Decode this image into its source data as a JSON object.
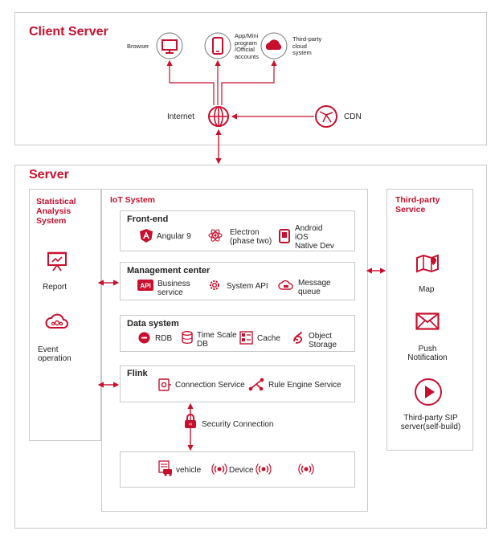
{
  "client": {
    "title": "Client Server",
    "browser": "Browser",
    "app": [
      "App/Mini",
      "program",
      "/Official",
      "accounts"
    ],
    "cloud": [
      "Third-party",
      "cloud",
      "system"
    ],
    "internet": "Internet",
    "cdn": "CDN"
  },
  "server": {
    "title": "Server",
    "stat": {
      "title": [
        "Statistical",
        "Analysis",
        "System"
      ],
      "report": "Report",
      "event": [
        "Event",
        "operation"
      ]
    },
    "iot": {
      "title": "IoT System",
      "frontend": {
        "title": "Front-end",
        "angular": "Angular 9",
        "electron": [
          "Electron",
          "(phase two)"
        ],
        "native": [
          "Android",
          "iOS",
          "Native Dev"
        ]
      },
      "mgmt": {
        "title": "Management center",
        "business": [
          "Business",
          "service"
        ],
        "sysapi": "System API",
        "mq": [
          "Message",
          "queue"
        ]
      },
      "data": {
        "title": "Data system",
        "rdb": "RDB",
        "tsdb": [
          "Time Scale",
          "DB"
        ],
        "cache": "Cache",
        "object": [
          "Object",
          "Storage"
        ]
      },
      "flink": {
        "title": "Flink",
        "conn": "Connection Service",
        "rule": "Rule Engine Service"
      },
      "security": "Security Connection",
      "devices": {
        "vehicle": "vehicle",
        "device": "Device"
      }
    },
    "third": {
      "title": [
        "Third-party",
        "Service"
      ],
      "map": "Map",
      "push": [
        "Push",
        "Notification"
      ],
      "sip": [
        "Third-party SIP",
        "server(self-build)"
      ]
    }
  },
  "colors": {
    "accent": "#c8102e",
    "border": "#c9c9c9"
  }
}
